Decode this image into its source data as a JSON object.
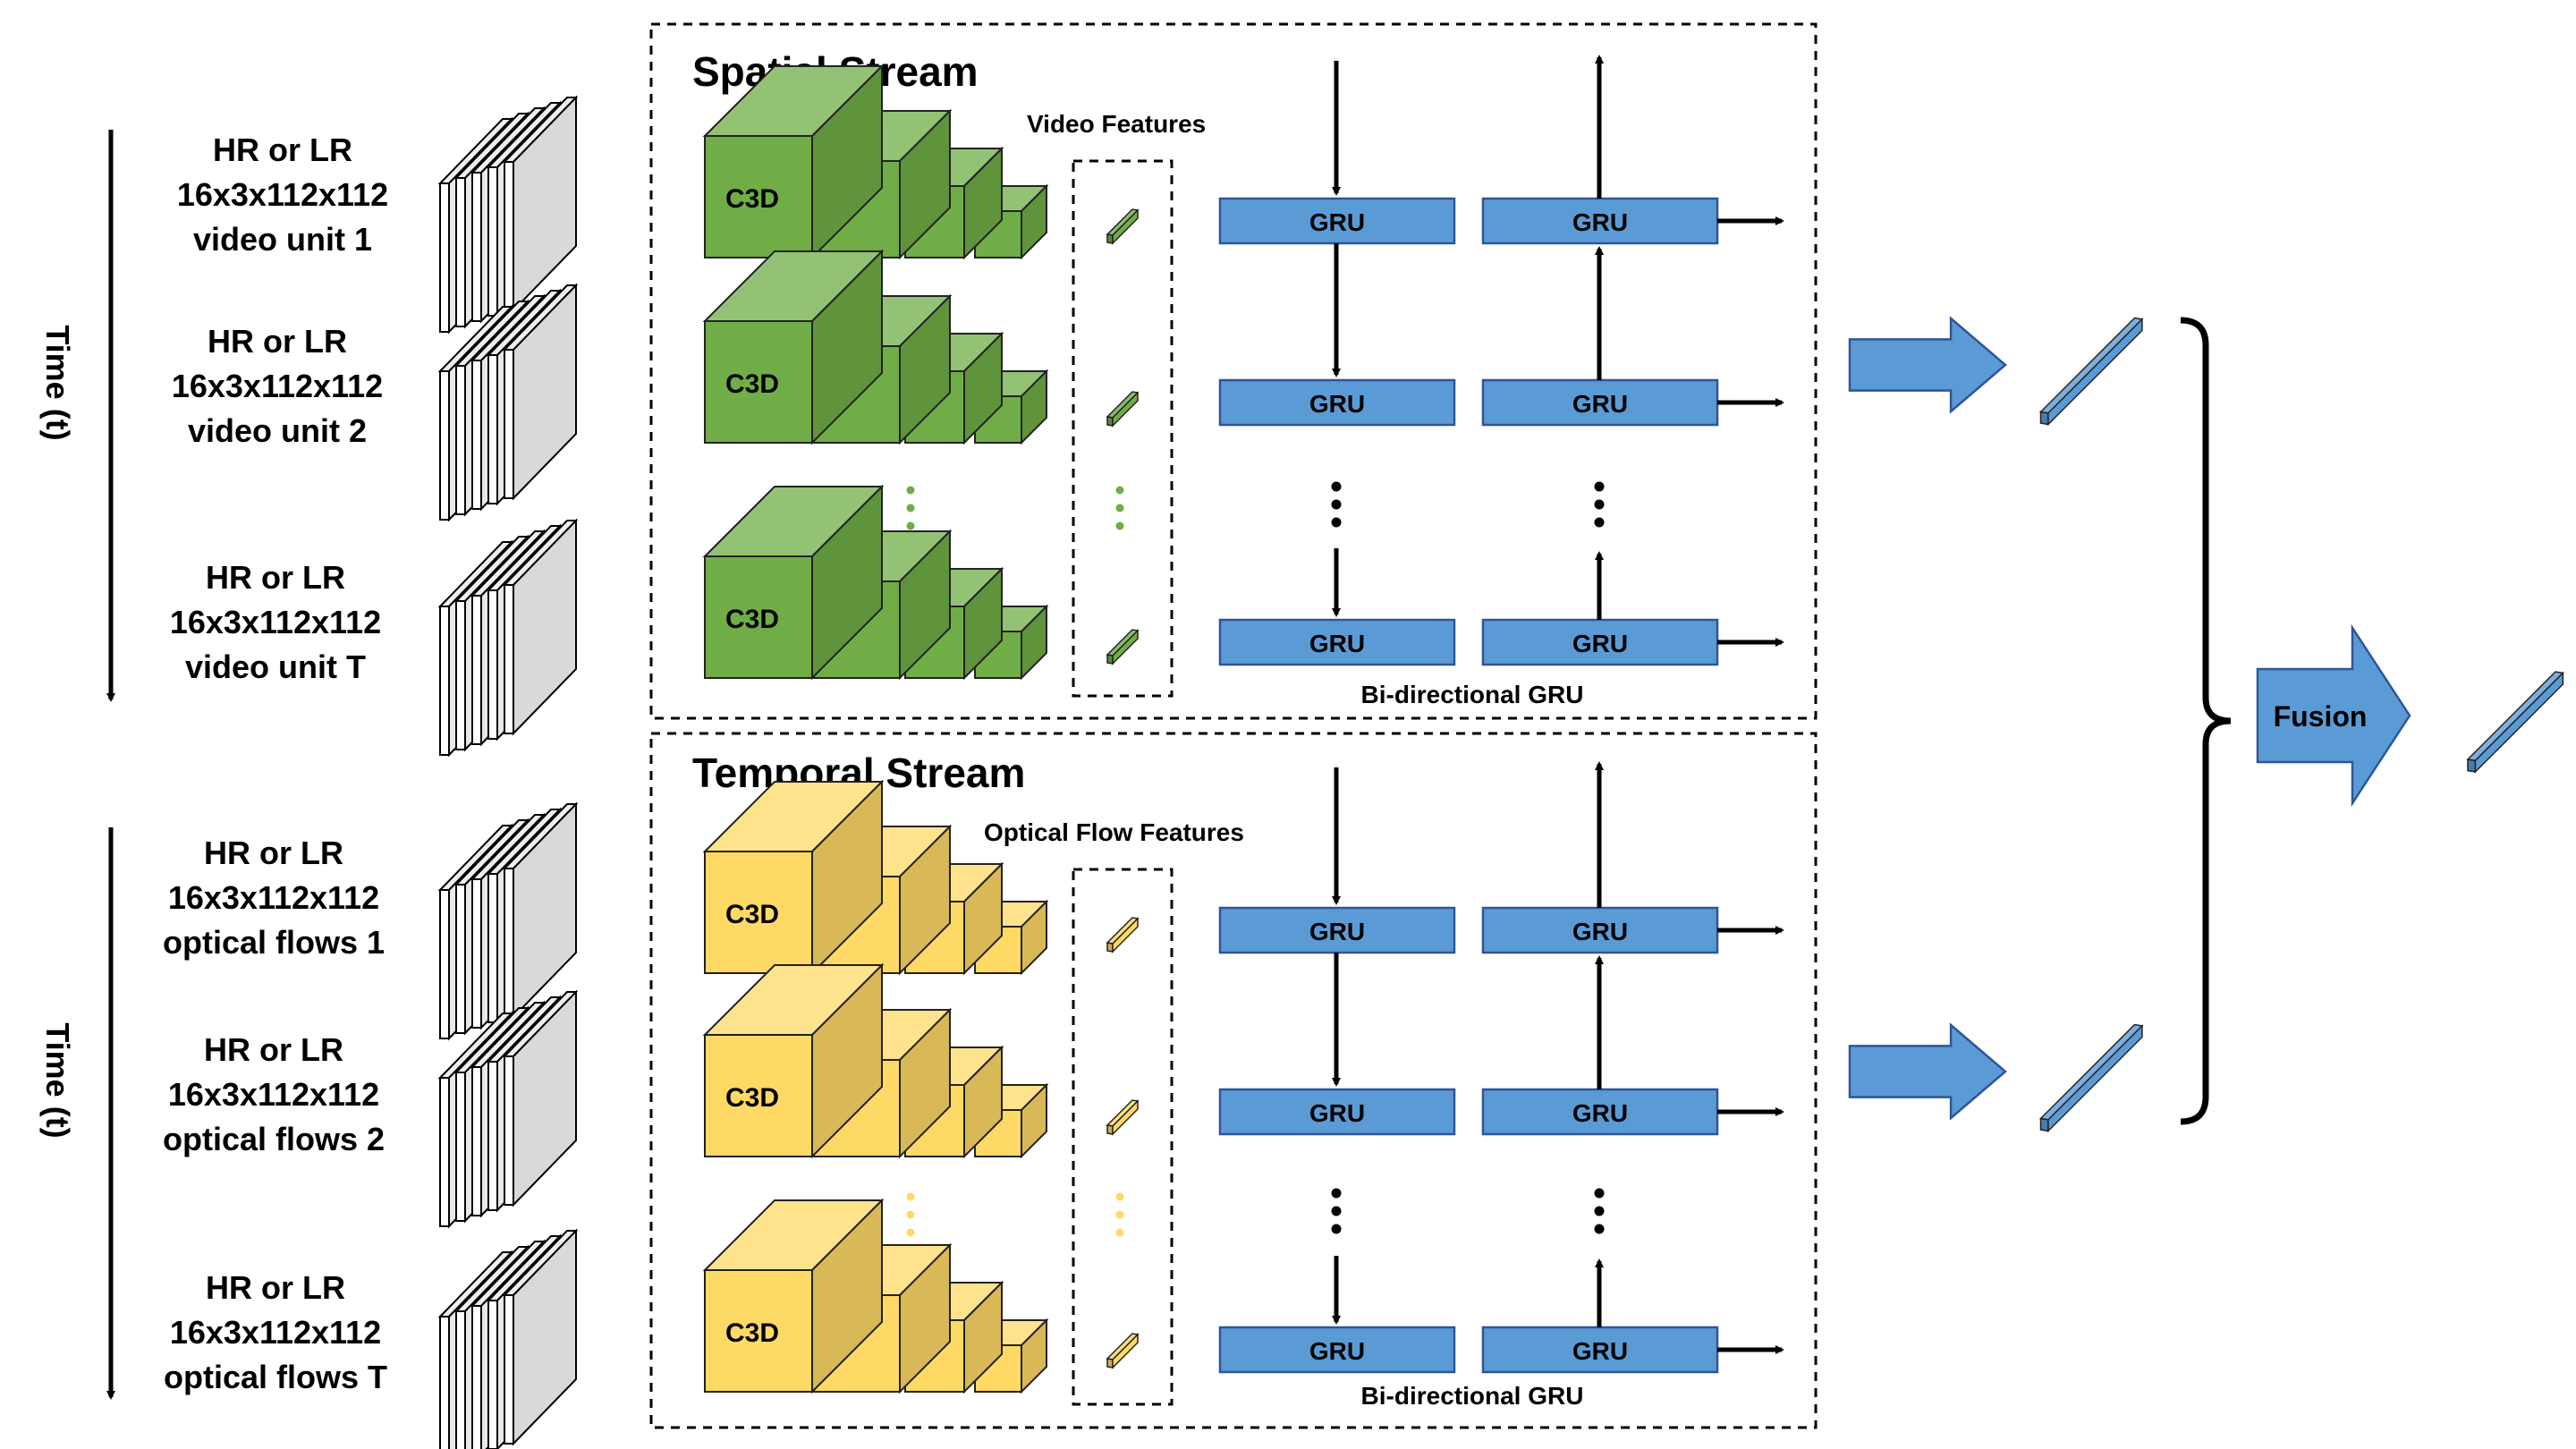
{
  "spatial": {
    "title": "Spatial Stream",
    "features_label": "Video Features",
    "gru_caption": "Bi-directional GRU",
    "inputs": [
      {
        "line1": "HR or LR",
        "line2": "16x3x112x112",
        "line3": "video unit 1"
      },
      {
        "line1": "HR or LR",
        "line2": "16x3x112x112",
        "line3": "video unit 2"
      },
      {
        "line1": "HR or LR",
        "line2": "16x3x112x112",
        "line3": "video unit T"
      }
    ],
    "color": "#70ad47"
  },
  "temporal": {
    "title": "Temporal Stream",
    "features_label": "Optical Flow Features",
    "gru_caption": "Bi-directional GRU",
    "inputs": [
      {
        "line1": "HR or LR",
        "line2": "16x3x112x112",
        "line3": "optical flows 1"
      },
      {
        "line1": "HR or LR",
        "line2": "16x3x112x112",
        "line3": "optical flows 2"
      },
      {
        "line1": "HR or LR",
        "line2": "16x3x112x112",
        "line3": "optical flows T"
      }
    ],
    "color": "#ffd966"
  },
  "time_label": "Time (t)",
  "c3d_label": "C3D",
  "gru_label": "GRU",
  "fusion_label": "Fusion",
  "gru_color": "#5b9bd5"
}
